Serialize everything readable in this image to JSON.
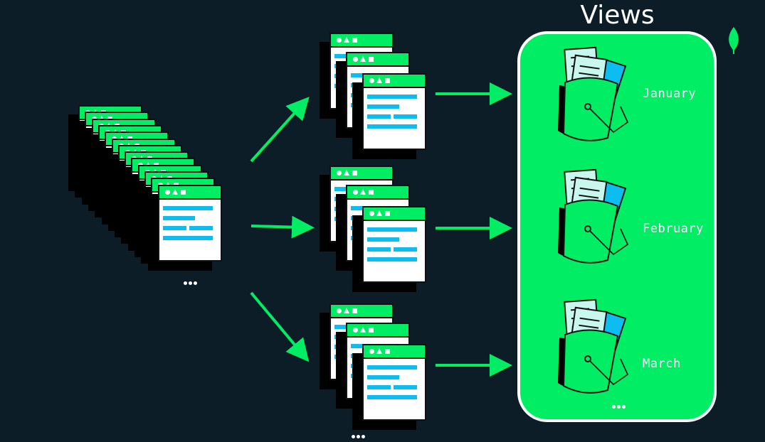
{
  "title": "Views",
  "months": [
    "January",
    "February",
    "March"
  ],
  "colors": {
    "background": "#0d1d28",
    "accent_green": "#00ed64",
    "document_bar": "#0ebdf0",
    "panel_border": "#ffffff"
  },
  "icons": [
    "mongodb-leaf-icon",
    "ellipsis-icon",
    "arrow-icon",
    "document-window-icon",
    "bucket-icon"
  ]
}
